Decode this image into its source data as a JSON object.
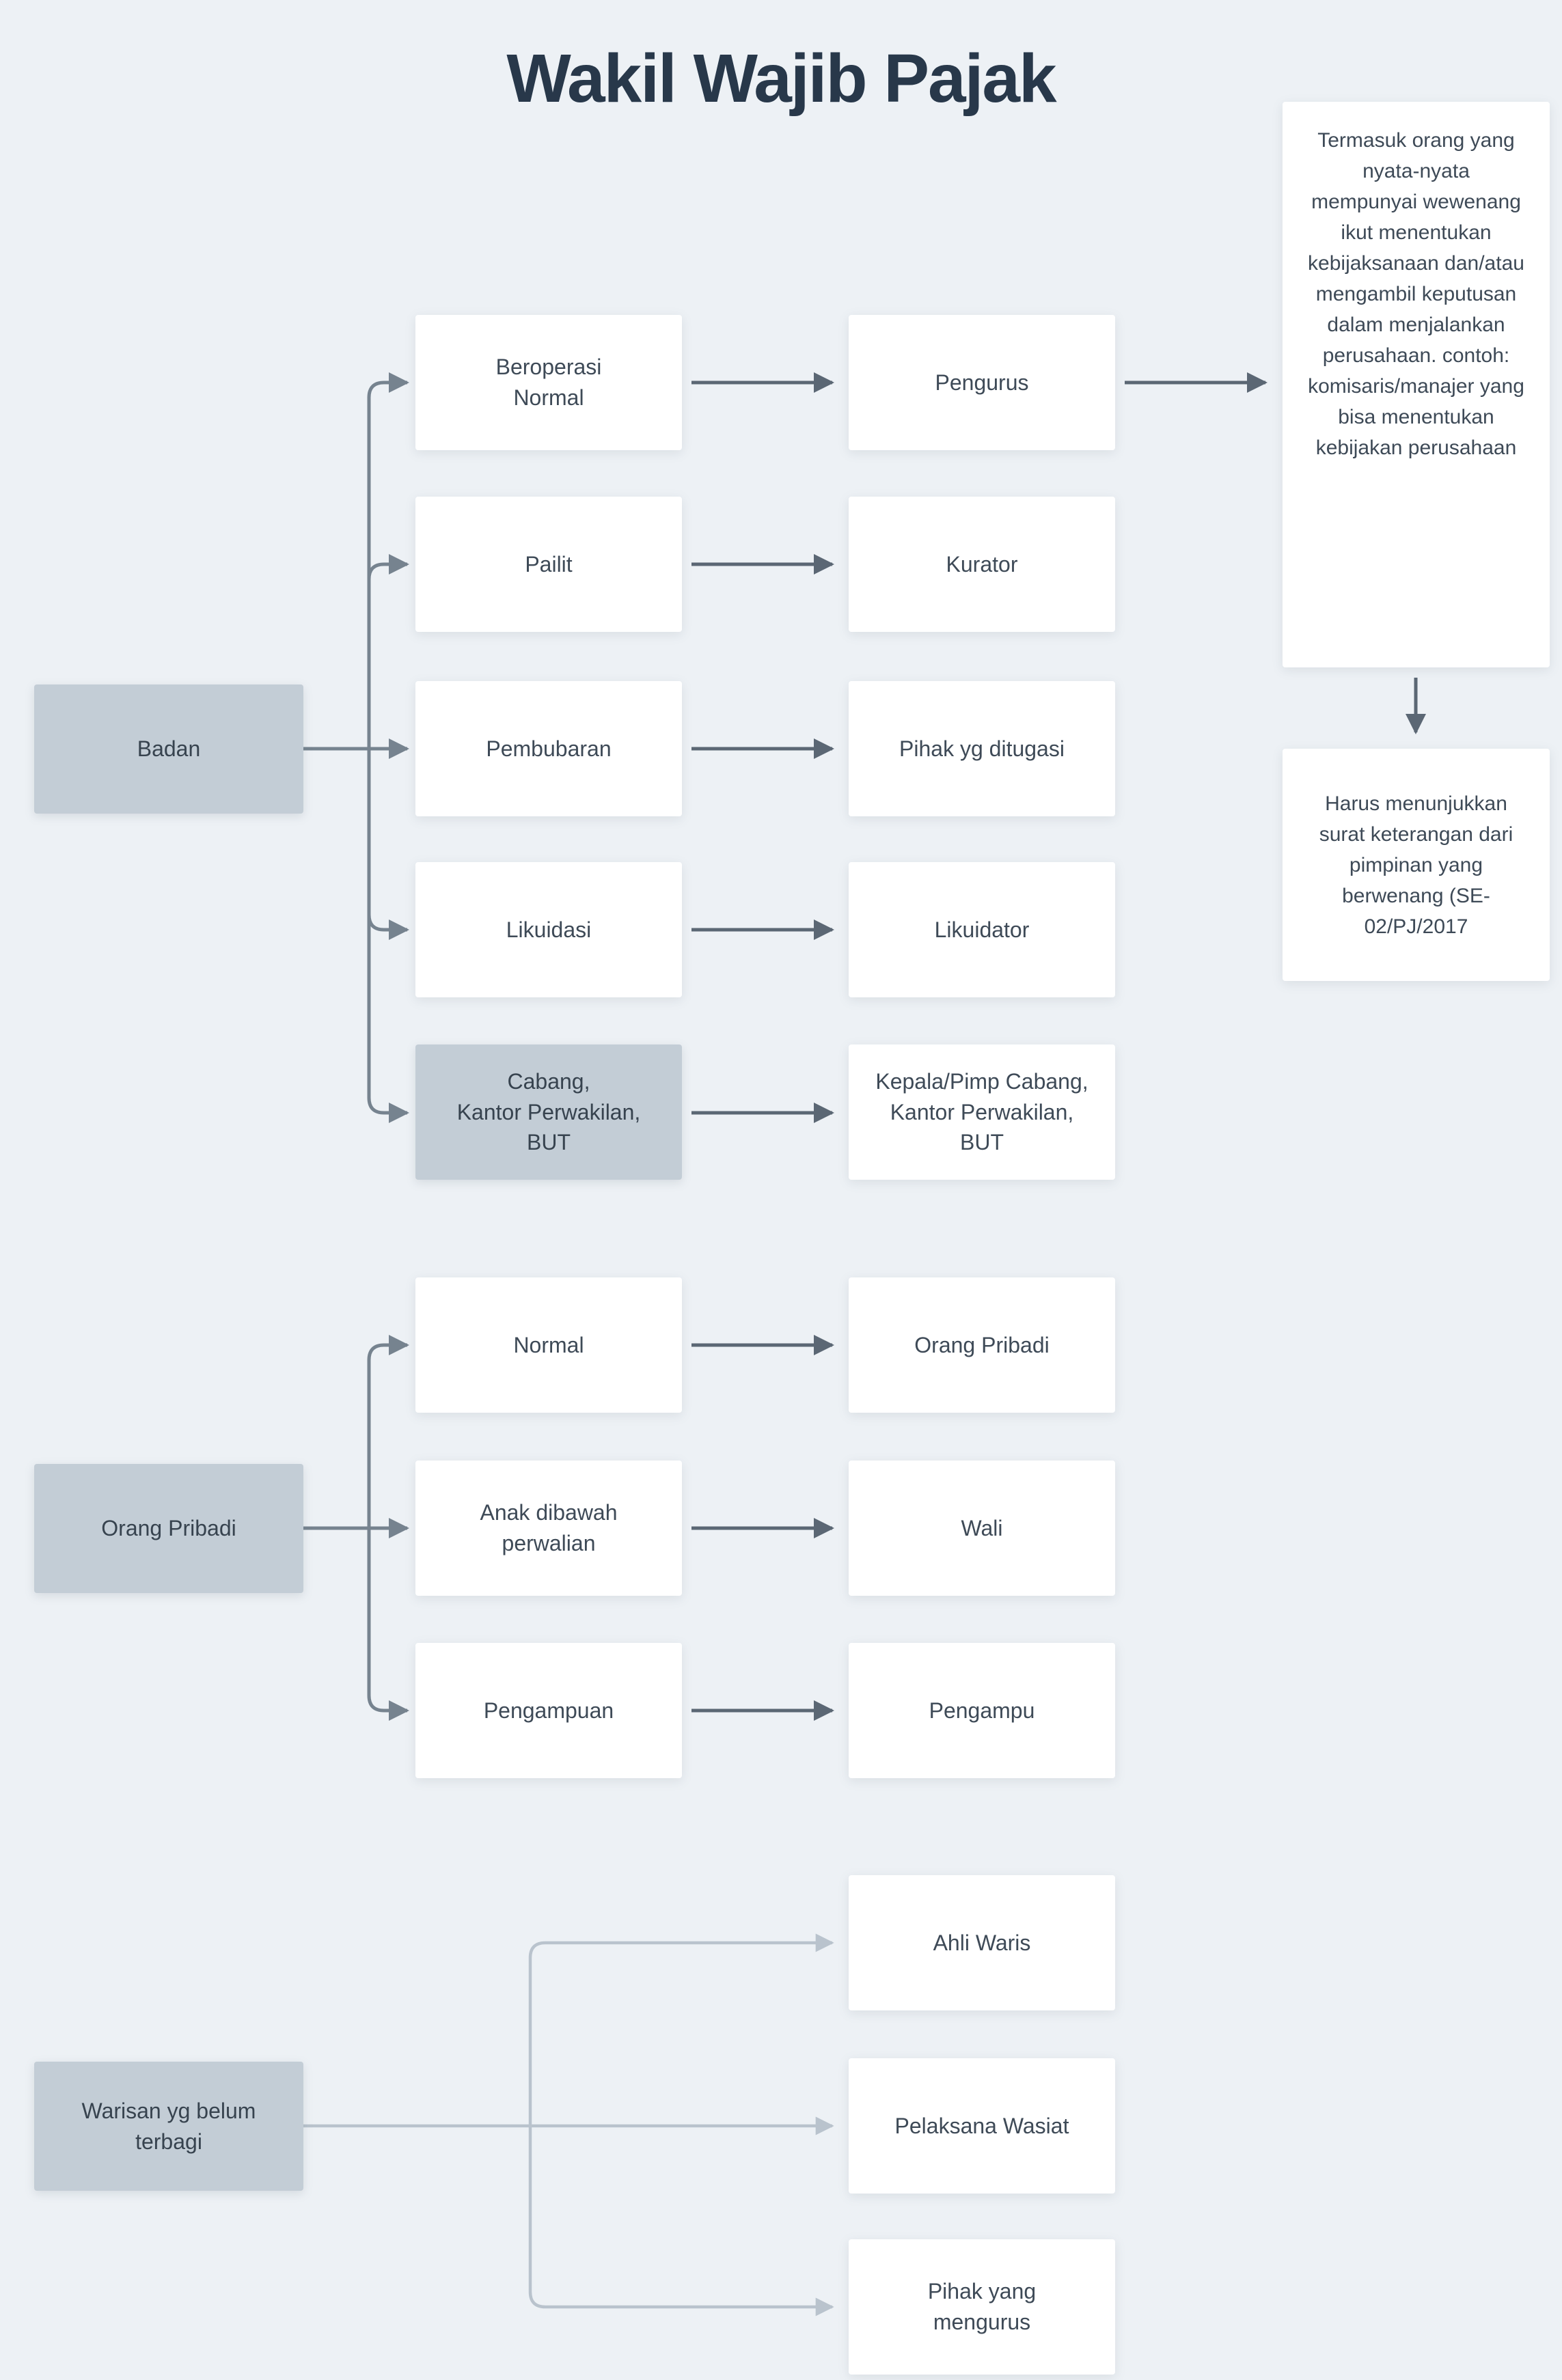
{
  "title": "Wakil Wajib Pajak",
  "colors": {
    "background": "#edf1f5",
    "source_node_fill": "#c3cdd6",
    "white_node_fill": "#ffffff",
    "dark_arrow": "#5b6774",
    "tree_arrow": "#76838f",
    "light_arrow": "#b9c3cd",
    "title_text": "#28384a",
    "node_text": "#3e4a57"
  },
  "sections": {
    "badan": {
      "source_label": "Badan",
      "rows": [
        {
          "condition": "Beroperasi\nNormal",
          "representative": "Pengurus"
        },
        {
          "condition": "Pailit",
          "representative": "Kurator"
        },
        {
          "condition": "Pembubaran",
          "representative": "Pihak yg ditugasi"
        },
        {
          "condition": "Likuidasi",
          "representative": "Likuidator"
        },
        {
          "condition": "Cabang,\nKantor Perwakilan,\nBUT",
          "representative": "Kepala/Pimp Cabang,\nKantor Perwakilan,\nBUT"
        }
      ]
    },
    "orang_pribadi": {
      "source_label": "Orang Pribadi",
      "rows": [
        {
          "condition": "Normal",
          "representative": "Orang Pribadi"
        },
        {
          "condition": "Anak dibawah\nperwalian",
          "representative": "Wali"
        },
        {
          "condition": "Pengampuan",
          "representative": "Pengampu"
        }
      ]
    },
    "warisan": {
      "source_label": "Warisan yg belum\nterbagi",
      "rows": [
        {
          "representative": "Ahli Waris"
        },
        {
          "representative": "Pelaksana Wasiat"
        },
        {
          "representative": "Pihak yang\nmengurus"
        }
      ]
    }
  },
  "notes": {
    "pengurus_definition": "Termasuk orang yang nyata-nyata mempunyai wewenang ikut menentukan kebijaksanaan dan/atau mengambil keputusan dalam menjalankan perusahaan. contoh: komisaris/manajer yang bisa menentukan kebijakan perusahaan",
    "surat_keterangan": "Harus menunjukkan surat keterangan dari pimpinan yang berwenang (SE-02/PJ/2017"
  }
}
